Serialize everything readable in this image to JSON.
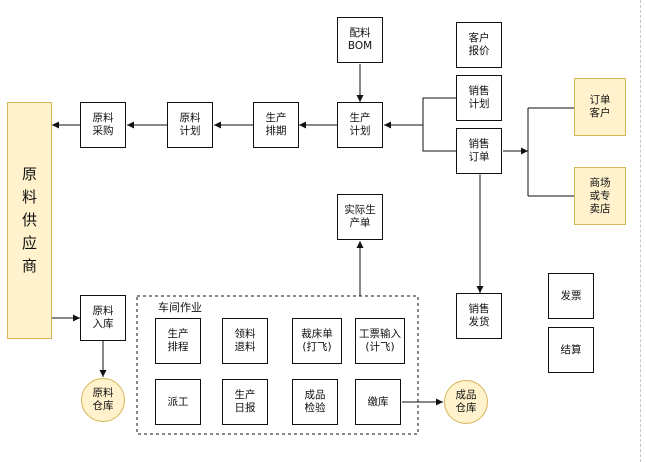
{
  "diagram": {
    "nodes": {
      "supplier": "原\n料\n供\n应\n商",
      "purchase": "原料\n采购",
      "material_plan": "原料\n计划",
      "schedule": "生产\n排期",
      "prod_plan": "生产\n计划",
      "bom": "配料\nBOM",
      "quote": "客户\n报价",
      "sales_plan": "销售\n计划",
      "sales_order": "销售\n订单",
      "order_customer": "订单\n客户",
      "store": "商场\n或专\n卖店",
      "actual_order": "实际生\n产单",
      "material_in": "原料\n入库",
      "material_wh": "原料\n仓库",
      "ship": "销售\n发货",
      "invoice": "发票",
      "settle": "结算",
      "product_wh": "成品\n仓库"
    },
    "workshop": {
      "title": "车间作业",
      "items": {
        "process": "生产\n排程",
        "pick": "领料\n退料",
        "cut": "裁床单\n(打飞)",
        "ticket": "工票输入\n(计飞)",
        "dispatch": "派工",
        "report": "生产\n日报",
        "inspect": "成品\n检验",
        "stock": "缴库"
      }
    },
    "colors": {
      "highlight_fill": "#fff2cc",
      "highlight_stroke": "#d6b656",
      "line": "#111111"
    }
  }
}
